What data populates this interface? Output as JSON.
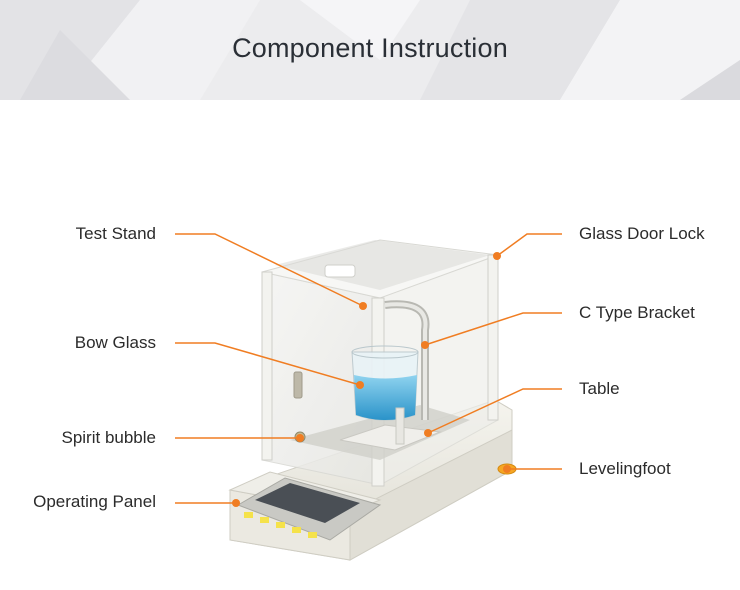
{
  "header": {
    "title": "Component Instruction"
  },
  "callouts": {
    "test_stand": "Test Stand",
    "bow_glass": "Bow Glass",
    "spirit_bubble": "Spirit bubble",
    "operating_panel": "Operating Panel",
    "glass_door_lock": "Glass Door Lock",
    "c_type_bracket": "C Type Bracket",
    "table": "Table",
    "leveling_foot": "Levelingfoot"
  },
  "device": {
    "panel_buttons": [
      "",
      "",
      "",
      "",
      ""
    ],
    "colors": {
      "leader_line": "#f07d22",
      "water": "#3fa9d9",
      "panel_button": "#f5e24a",
      "leveling_foot": "#f6a623"
    }
  }
}
